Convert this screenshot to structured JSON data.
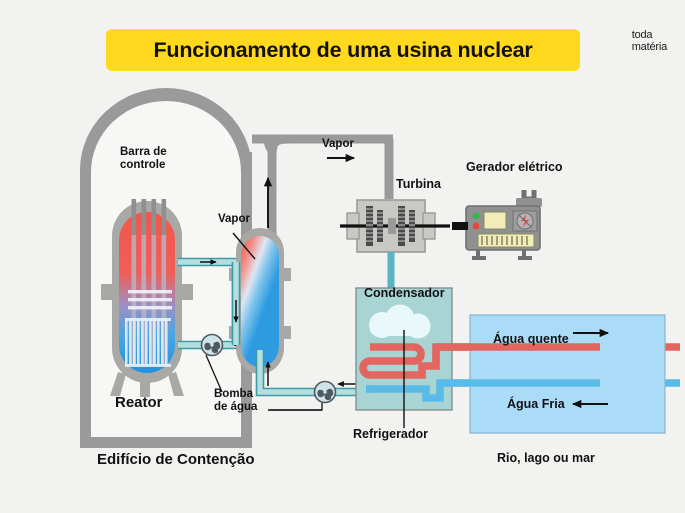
{
  "header": {
    "title": "Funcionamento de uma usina nuclear",
    "title_bg": "#ffd91e",
    "logo_line1": "toda",
    "logo_line2": "matéria"
  },
  "labels": {
    "control_rod": "Barra de\ncontrole",
    "vapor_inner": "Vapor",
    "vapor_outer": "Vapor",
    "reactor": "Reator",
    "water_pump": "Bomba\nde água",
    "containment": "Edifício de Contenção",
    "turbine": "Turbina",
    "generator": "Gerador elétrico",
    "condenser": "Condensador",
    "refrigerator": "Refrigerador",
    "hot_water": "Água quente",
    "cold_water": "Água Fria",
    "water_body": "Rio, lago ou mar"
  },
  "colors": {
    "background": "#f2f2f0",
    "gray_structure": "#9a9a9a",
    "gray_structure_dark": "#8d8d8d",
    "inner_fill": "#f7f7f5",
    "hot_red": "#ef5a52",
    "cold_blue": "#2e9be0",
    "pipe_teal": "#9fd3d3",
    "pipe_teal_stroke": "#3b9ca8",
    "condenser_fill": "#a9d4d4",
    "river_fill": "#aadcf7",
    "river_stroke": "#8ab4cc",
    "hot_pipe": "#e2655f",
    "cold_pipe": "#5bbbe8",
    "generator_body": "#8f9090",
    "generator_panel": "#c4c4ba",
    "display_yellow": "#f2edb8",
    "light_green": "#39b54a",
    "light_red": "#e8453c",
    "turbine_body": "#c8c8c4",
    "cloud": "#e9f8fb",
    "accent_black": "#111111"
  },
  "flow": {
    "arrows": [
      {
        "name": "vapor-up-inner",
        "direction": "up"
      },
      {
        "name": "vapor-right-outer",
        "direction": "right"
      },
      {
        "name": "primary-loop-right",
        "direction": "right"
      },
      {
        "name": "primary-loop-down",
        "direction": "down"
      },
      {
        "name": "primary-loop-left",
        "direction": "left"
      },
      {
        "name": "feedwater-up",
        "direction": "up"
      },
      {
        "name": "condensate-left",
        "direction": "left"
      },
      {
        "name": "hot-water-out",
        "direction": "right"
      },
      {
        "name": "cold-water-in",
        "direction": "left"
      }
    ]
  },
  "components": {
    "control_rod_count": 4,
    "fuel_rod_count": 11,
    "grid_plate_rows": 3,
    "pump_count": 2,
    "generator_lights": [
      "#39b54a",
      "#e8453c"
    ],
    "turbine_blade_stacks": 4
  },
  "icons": {
    "pump": "pump-fan-icon",
    "generator_gauge": "lightning-gauge-icon",
    "steam_cloud": "cloud-icon"
  }
}
